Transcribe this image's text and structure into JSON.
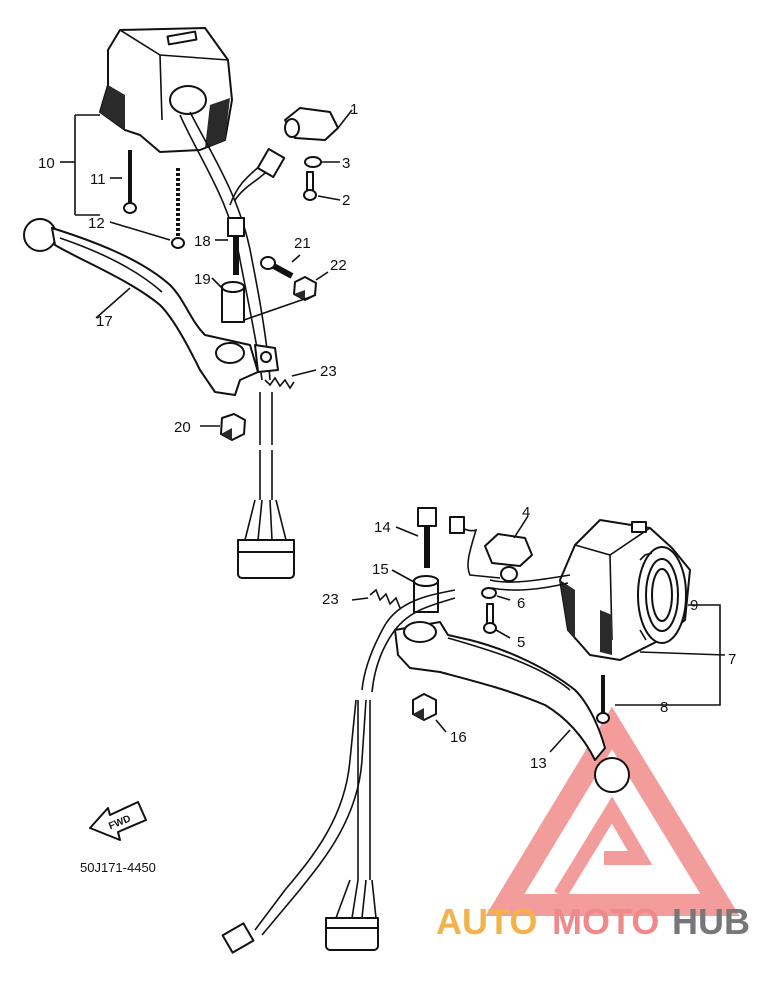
{
  "diagram": {
    "callouts": {
      "n1": "1",
      "n2": "2",
      "n3": "3",
      "n4": "4",
      "n5": "5",
      "n6": "6",
      "n7": "7",
      "n8": "8",
      "n9": "9",
      "n10": "10",
      "n11": "11",
      "n12": "12",
      "n13": "13",
      "n14": "14",
      "n15": "15",
      "n16": "16",
      "n17": "17",
      "n18": "18",
      "n19": "19",
      "n20": "20",
      "n21": "21",
      "n22": "22",
      "n23a": "23",
      "n23b": "23"
    },
    "fwd_label": "FWD",
    "drawing_code": "50J171-4450"
  },
  "watermark": {
    "part1": "AUTO",
    "part2": "MOTO",
    "part3": "HUB",
    "colors": {
      "auto": "#f4b24a",
      "moto": "#f08a8a",
      "hub": "#777777",
      "triangle": "#f28b8b"
    }
  }
}
